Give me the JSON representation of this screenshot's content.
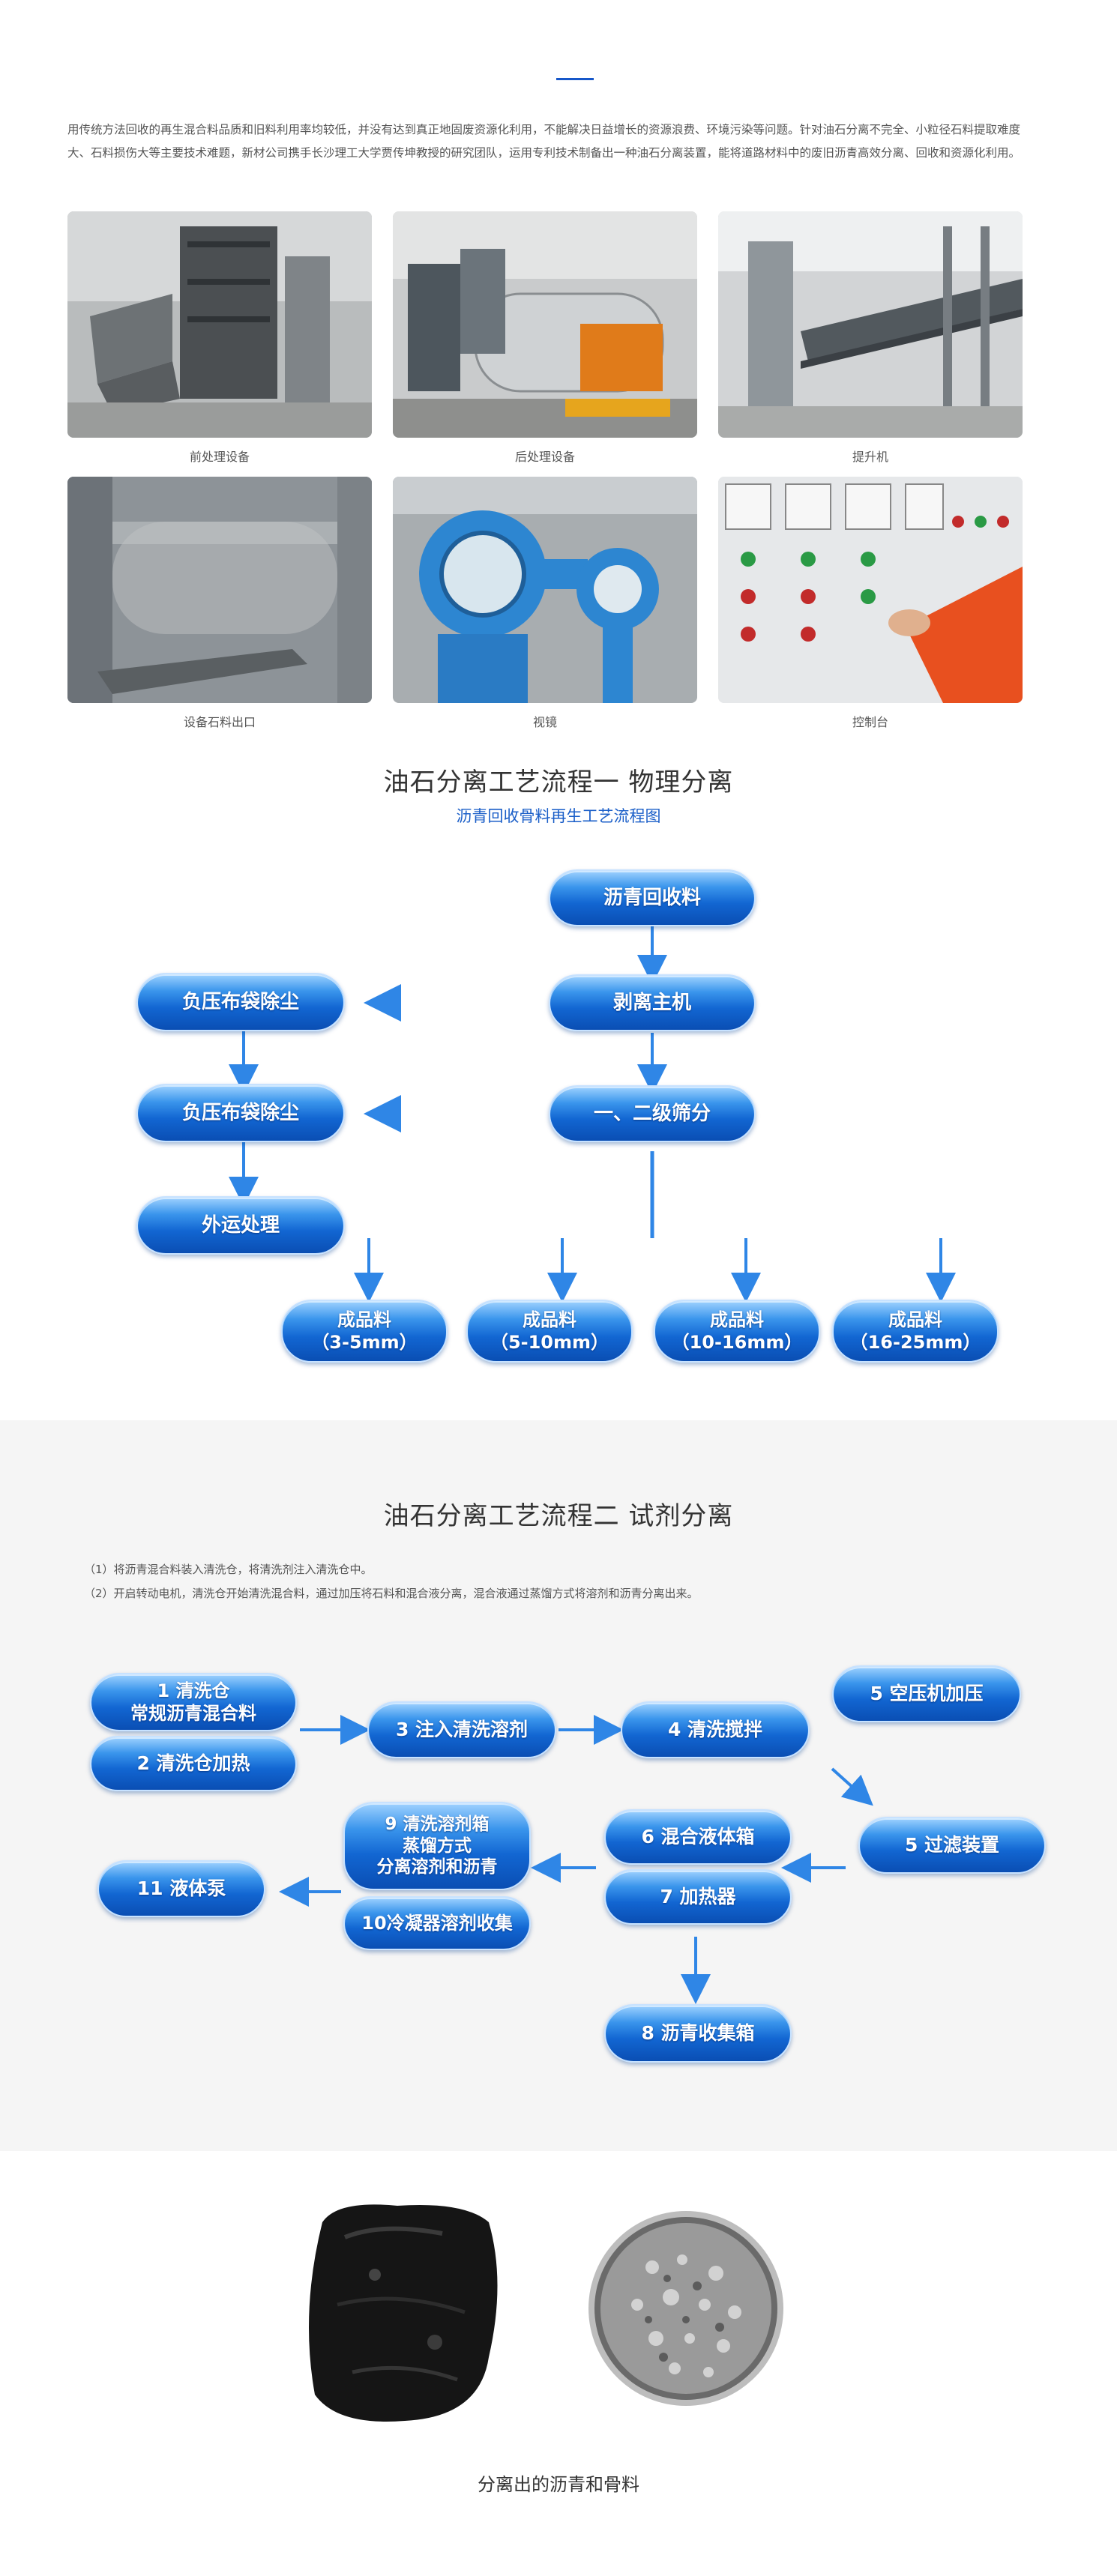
{
  "intro": "用传统方法回收的再生混合料品质和旧料利用率均较低，并没有达到真正地固废资源化利用，不能解决日益增长的资源浪费、环境污染等问题。针对油石分离不完全、小粒径石料提取难度大、石料损伤大等主要技术难题，新材公司携手长沙理工大学贾传坤教授的研究团队，运用专利技术制备出一种油石分离装置，能将道路材料中的废旧沥青高效分离、回收和资源化利用。",
  "gallery": [
    {
      "caption": "前处理设备",
      "icon": "pretreatment-equipment"
    },
    {
      "caption": "后处理设备",
      "icon": "post-treatment-equipment"
    },
    {
      "caption": "提升机",
      "icon": "elevator-conveyor"
    },
    {
      "caption": "设备石料出口",
      "icon": "stone-outlet"
    },
    {
      "caption": "视镜",
      "icon": "sight-glass"
    },
    {
      "caption": "控制台",
      "icon": "control-panel"
    }
  ],
  "process1": {
    "title": "油石分离工艺流程一 物理分离",
    "subtitle": "沥青回收骨料再生工艺流程图",
    "nodes": {
      "recycle": "沥青回收料",
      "stripper": "剥离主机",
      "screen": "一、二级筛分",
      "dust1": "负压布袋除尘",
      "dust2": "负压布袋除尘",
      "transport": "外运处理",
      "p1": "成品料\n（3-5mm）",
      "p2": "成品料\n（5-10mm）",
      "p3": "成品料\n（10-16mm）",
      "p4": "成品料\n（16-25mm）"
    }
  },
  "process2": {
    "title": "油石分离工艺流程二 试剂分离",
    "steps": [
      "（1）将沥青混合料装入清洗仓，将清洗剂注入清洗仓中。",
      "（2）开启转动电机，清洗仓开始清洗混合料，通过加压将石料和混合液分离，混合液通过蒸馏方式将溶剂和沥青分离出来。"
    ],
    "nodes": {
      "n1": "1 清洗仓\n常规沥青混合料",
      "n2": "2 清洗仓加热",
      "n3": "3 注入清洗溶剂",
      "n4": "4 清洗搅拌",
      "n5a": "5 空压机加压",
      "n5b": "5 过滤装置",
      "n6": "6 混合液体箱",
      "n7": "7 加热器",
      "n8": "8 沥青收集箱",
      "n9": "9 清洗溶剂箱\n蒸馏方式\n分离溶剂和沥青",
      "n10": "10冷凝器溶剂收集",
      "n11": "11 液体泵"
    }
  },
  "final_caption": "分离出的沥青和骨料",
  "colors": {
    "accent": "#1657c9",
    "pill": "#1266d2",
    "arrow": "#2f86e6"
  }
}
